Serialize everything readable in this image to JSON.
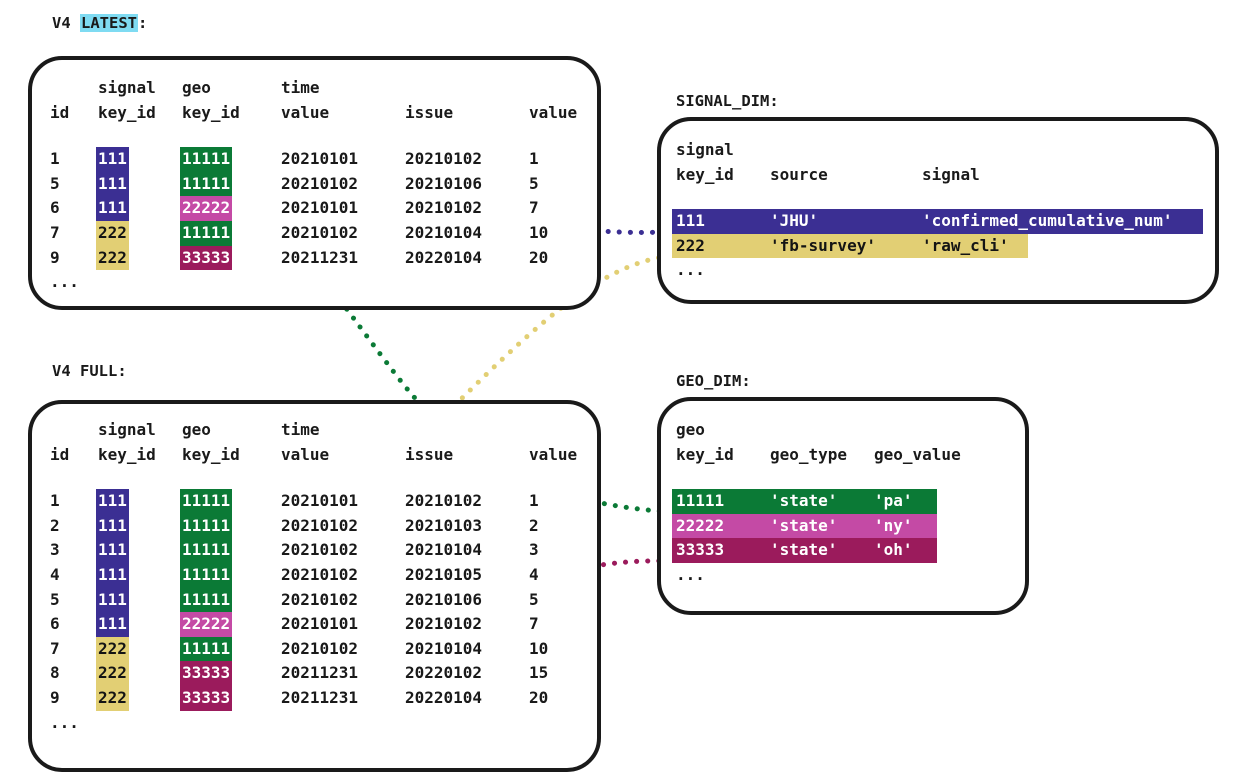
{
  "palette": {
    "signal_111": "#3b2f93",
    "signal_222": "#e2cf74",
    "geo_11111": "#0b7a36",
    "geo_22222": "#c44aa5",
    "geo_33333": "#9b1b5c",
    "latest_highlight": "#7fdbf2",
    "ink": "#1a1a1a",
    "paper": "#ffffff"
  },
  "captions": {
    "latest_prefix": "V4 ",
    "latest_highlight": "LATEST",
    "latest_suffix": ":",
    "full": "V4 FULL:",
    "signal_dim": "SIGNAL_DIM:",
    "geo_dim": "GEO_DIM:"
  },
  "fact_columns": {
    "header_top": [
      "",
      "signal",
      "geo",
      "time",
      "",
      ""
    ],
    "header_bottom": [
      "id",
      "key_id",
      "key_id",
      "value",
      "issue",
      "value"
    ]
  },
  "latest_table": {
    "title": "V4 LATEST",
    "ellipsis": "...",
    "rows": [
      {
        "id": "1",
        "signal_key_id": "111",
        "geo_key_id": "11111",
        "time_value": "20210101",
        "issue": "20210102",
        "value": "1"
      },
      {
        "id": "5",
        "signal_key_id": "111",
        "geo_key_id": "11111",
        "time_value": "20210102",
        "issue": "20210106",
        "value": "5"
      },
      {
        "id": "6",
        "signal_key_id": "111",
        "geo_key_id": "22222",
        "time_value": "20210101",
        "issue": "20210102",
        "value": "7"
      },
      {
        "id": "7",
        "signal_key_id": "222",
        "geo_key_id": "11111",
        "time_value": "20210102",
        "issue": "20210104",
        "value": "10"
      },
      {
        "id": "9",
        "signal_key_id": "222",
        "geo_key_id": "33333",
        "time_value": "20211231",
        "issue": "20220104",
        "value": "20"
      }
    ]
  },
  "full_table": {
    "title": "V4 FULL",
    "ellipsis": "...",
    "rows": [
      {
        "id": "1",
        "signal_key_id": "111",
        "geo_key_id": "11111",
        "time_value": "20210101",
        "issue": "20210102",
        "value": "1"
      },
      {
        "id": "2",
        "signal_key_id": "111",
        "geo_key_id": "11111",
        "time_value": "20210102",
        "issue": "20210103",
        "value": "2"
      },
      {
        "id": "3",
        "signal_key_id": "111",
        "geo_key_id": "11111",
        "time_value": "20210102",
        "issue": "20210104",
        "value": "3"
      },
      {
        "id": "4",
        "signal_key_id": "111",
        "geo_key_id": "11111",
        "time_value": "20210102",
        "issue": "20210105",
        "value": "4"
      },
      {
        "id": "5",
        "signal_key_id": "111",
        "geo_key_id": "11111",
        "time_value": "20210102",
        "issue": "20210106",
        "value": "5"
      },
      {
        "id": "6",
        "signal_key_id": "111",
        "geo_key_id": "22222",
        "time_value": "20210101",
        "issue": "20210102",
        "value": "7"
      },
      {
        "id": "7",
        "signal_key_id": "222",
        "geo_key_id": "11111",
        "time_value": "20210102",
        "issue": "20210104",
        "value": "10"
      },
      {
        "id": "8",
        "signal_key_id": "222",
        "geo_key_id": "33333",
        "time_value": "20211231",
        "issue": "20220102",
        "value": "15"
      },
      {
        "id": "9",
        "signal_key_id": "222",
        "geo_key_id": "33333",
        "time_value": "20211231",
        "issue": "20220104",
        "value": "20"
      }
    ]
  },
  "signal_dim": {
    "title": "SIGNAL_DIM",
    "ellipsis": "...",
    "header_top": [
      "signal",
      "",
      ""
    ],
    "header_bottom": [
      "key_id",
      "source",
      "signal"
    ],
    "rows": [
      {
        "key_id": "111",
        "source": "'JHU'",
        "signal": "'confirmed_cumulative_num'"
      },
      {
        "key_id": "222",
        "source": "'fb-survey'",
        "signal": "'raw_cli'"
      }
    ]
  },
  "geo_dim": {
    "title": "GEO_DIM",
    "ellipsis": "...",
    "header_top": [
      "geo",
      "",
      ""
    ],
    "header_bottom": [
      "key_id",
      "geo_type",
      "geo_value"
    ],
    "rows": [
      {
        "key_id": "11111",
        "geo_type": "'state'",
        "geo_value": "'pa'"
      },
      {
        "key_id": "22222",
        "geo_type": "'state'",
        "geo_value": "'ny'"
      },
      {
        "key_id": "33333",
        "geo_type": "'state'",
        "geo_value": "'oh'"
      }
    ]
  },
  "connectors": [
    {
      "name": "latest-signal-111-to-signal-dim-111",
      "color": "#3b2f93"
    },
    {
      "name": "latest-geo-11111-to-geo-dim-11111",
      "color": "#0b7a36"
    },
    {
      "name": "full-signal-222-to-signal-dim-222",
      "color": "#e2cf74"
    },
    {
      "name": "full-geo-33333-to-geo-dim-33333",
      "color": "#9b1b5c"
    }
  ]
}
